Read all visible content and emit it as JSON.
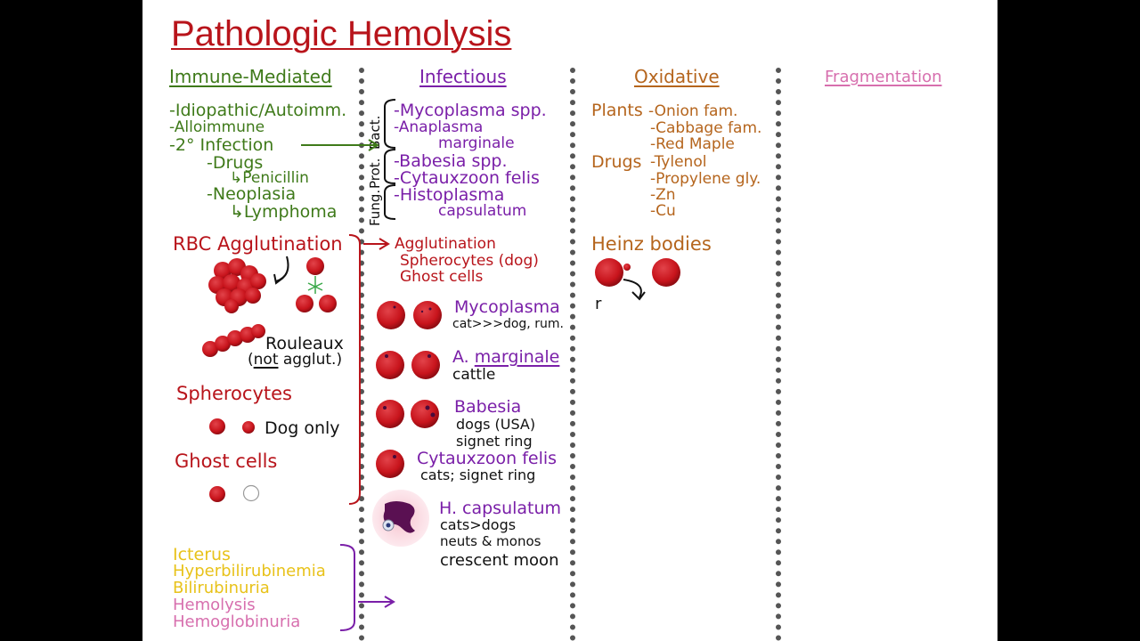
{
  "title": "Pathologic Hemolysis",
  "columns": {
    "immune": "Immune-Mediated",
    "infectious": "Infectious",
    "oxidative": "Oxidative",
    "fragmentation": "Fragmentation"
  },
  "immune_list": [
    "-Idiopathic/Autoimm.",
    "-Alloimmune",
    "-2° Infection",
    "-Drugs",
    "↳Penicillin",
    "-Neoplasia",
    "↳Lymphoma"
  ],
  "infectious_groups": {
    "bact": "Bact.",
    "prot": "Prot.",
    "fung": "Fung."
  },
  "infectious_list": [
    "-Mycoplasma spp.",
    "-Anaplasma",
    "marginale",
    "-Babesia spp.",
    "-Cytauxzoon felis",
    "-Histoplasma",
    "capsulatum"
  ],
  "oxidative": {
    "plants_label": "Plants",
    "plants": [
      "-Onion fam.",
      "-Cabbage fam.",
      "-Red Maple"
    ],
    "drugs_label": "Drugs",
    "drugs": [
      "-Tylenol",
      "-Propylene gly.",
      "-Zn",
      "-Cu"
    ],
    "heinz": "Heinz bodies",
    "mark": "r"
  },
  "rbc": {
    "agglutination_title": "RBC Agglutination",
    "rouleaux": "Rouleaux",
    "not_agglut_not": "not",
    "not_agglut_rest": "agglut.)",
    "not_agglut_open": "(",
    "spherocytes_title": "Spherocytes",
    "dog_only": "Dog only",
    "ghost_title": "Ghost cells"
  },
  "findings": [
    "Agglutination",
    "Spherocytes (dog)",
    "Ghost cells"
  ],
  "organisms": [
    {
      "name": "Mycoplasma",
      "detail": [
        "cat>>>dog, rum."
      ]
    },
    {
      "name_prefix": "A.",
      "name": "marginale",
      "detail": [
        "cattle"
      ]
    },
    {
      "name": "Babesia",
      "detail": [
        "dogs (USA)",
        "signet ring"
      ]
    },
    {
      "name": "Cytauxzoon felis",
      "detail": [
        "cats; signet ring"
      ]
    },
    {
      "name": "H. capsulatum",
      "detail": [
        "cats>dogs",
        "neuts & monos",
        "crescent moon"
      ]
    }
  ],
  "signs": {
    "yellow": [
      "Icterus",
      "Hyperbilirubinemia",
      "Bilirubinuria"
    ],
    "pink": [
      "Hemolysis",
      "Hemoglobinuria"
    ]
  },
  "colors": {
    "rbc": "#c8141c",
    "immune": "#3f7a1a",
    "infectious": "#7a1fa8",
    "oxidative": "#b5651d",
    "fragmentation": "#d76fae",
    "icterus": "#e8c21a",
    "title": "#b8141b"
  },
  "icons": [
    "rbc-cluster-icon",
    "rbc-icon",
    "ghost-cell-icon",
    "neutrophil-icon",
    "arrow-icon",
    "bracket-icon"
  ]
}
